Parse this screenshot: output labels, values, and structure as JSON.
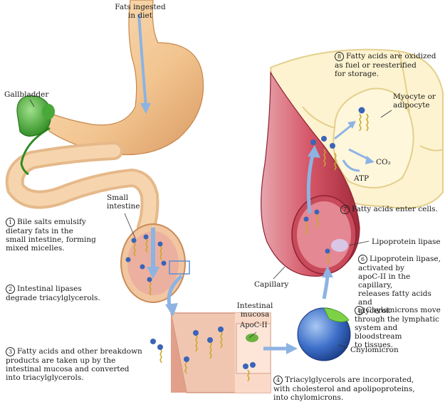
{
  "labels": {
    "fats_ingested": "Fats ingested\nin diet",
    "gallbladder": "Gallbladder",
    "small_intestine": "Small\nintestine",
    "intestinal_mucosa": "Intestinal\nmucosa",
    "apoc2": "ApoC-II",
    "chylomicron": "Chylomicron",
    "capillary": "Capillary",
    "lipoprotein_lipase": "Lipoprotein lipase",
    "myocyte": "Myocyte or\nadipocyte",
    "co2": "CO₂",
    "atp": "ATP"
  },
  "steps": [
    {
      "num": "1",
      "text": "Bile salts emulsify\ndietary fats in the\nsmall intestine, forming\nmixed micelles."
    },
    {
      "num": "2",
      "text": "Intestinal lipases\ndegrade triacylglycerols."
    },
    {
      "num": "3",
      "text": "Fatty acids and other breakdown\nproducts are taken up by the\nintestinal mucosa and converted\ninto triacylglycerols."
    },
    {
      "num": "4",
      "text": "Triacylglycerols are incorporated,\nwith cholesterol and apolipoproteins,\ninto chylomicrons."
    },
    {
      "num": "5",
      "text": "Chylomicrons move\nthrough the lymphatic\nsystem and\nbloodstream\nto tissues."
    },
    {
      "num": "6",
      "text": "Lipoprotein lipase,\nactivated by\napoC-II in the capillary,\nreleases fatty acids and\nglycerol."
    },
    {
      "num": "7",
      "text": "Fatty acids enter cells."
    },
    {
      "num": "8",
      "text": "Fatty acids are oxidized\nas fuel or reesterified\nfor storage."
    }
  ]
}
